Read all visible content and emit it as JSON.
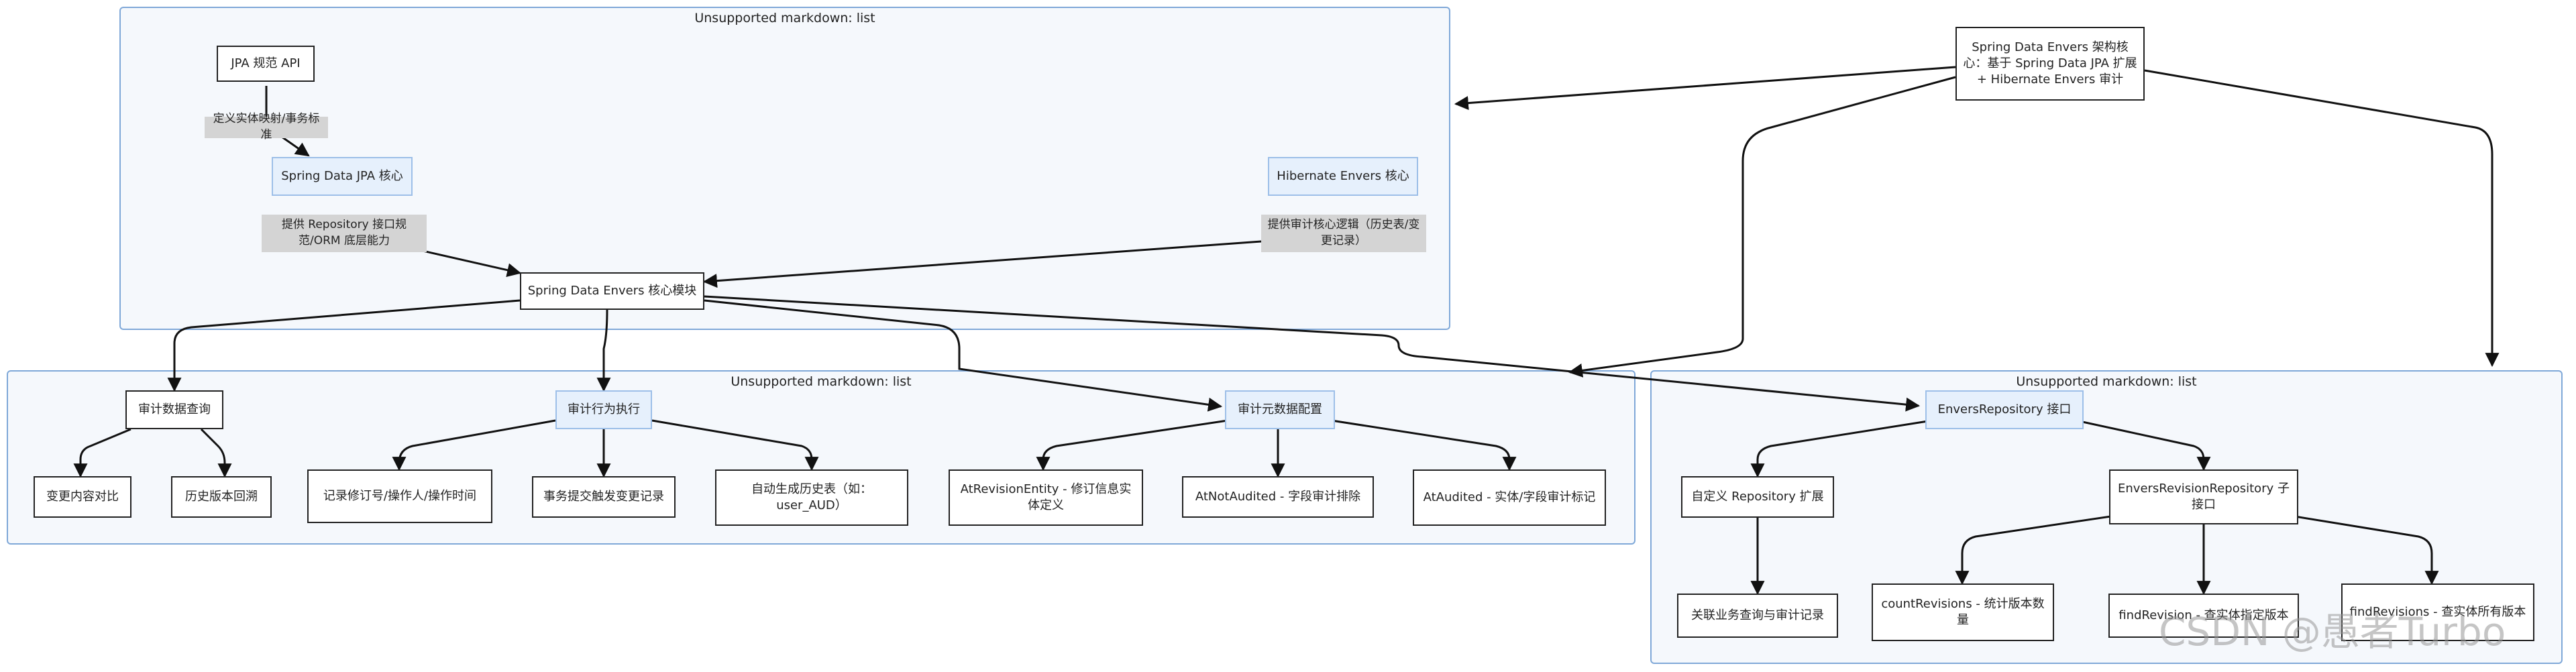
{
  "clusters": {
    "top": "Unsupported markdown: list",
    "left": "Unsupported markdown: list",
    "right": "Unsupported markdown: list"
  },
  "nodes": {
    "root": "Spring Data Envers 架构核心：基于 Spring Data JPA 扩展 + Hibernate Envers 审计",
    "jpa_api": "JPA 规范 API",
    "sd_jpa": "Spring Data JPA 核心",
    "hib_envers": "Hibernate Envers 核心",
    "sde_core": "Spring Data Envers 核心模块",
    "audit_query": "审计数据查询",
    "audit_exec": "审计行为执行",
    "audit_meta": "审计元数据配置",
    "change_compare": "变更内容对比",
    "history_back": "历史版本回溯",
    "record_rev": "记录修订号/操作人/操作时间",
    "tx_commit": "事务提交触发变更记录",
    "auto_history": "自动生成历史表（如：user_AUD）",
    "at_revision": "AtRevisionEntity - 修订信息实体定义",
    "at_not_audited": "AtNotAudited - 字段审计排除",
    "at_audited": "AtAudited - 实体/字段审计标记",
    "envers_repo": "EnversRepository 接口",
    "custom_repo": "自定义 Repository 扩展",
    "envers_rev_repo": "EnversRevisionRepository 子接口",
    "biz_query": "关联业务查询与审计记录",
    "count_rev": "countRevisions - 统计版本数量",
    "find_rev": "findRevision - 查实体指定版本",
    "find_revs": "findRevisions - 查实体所有版本"
  },
  "edge_labels": {
    "jpa_to_sd": "定义实体映射/事务标准",
    "sd_to_core": "提供 Repository 接口规范/ORM 底层能力",
    "hib_to_core": "提供审计核心逻辑（历史表/变更记录）"
  },
  "watermark": "CSDN @愚者Turbo"
}
